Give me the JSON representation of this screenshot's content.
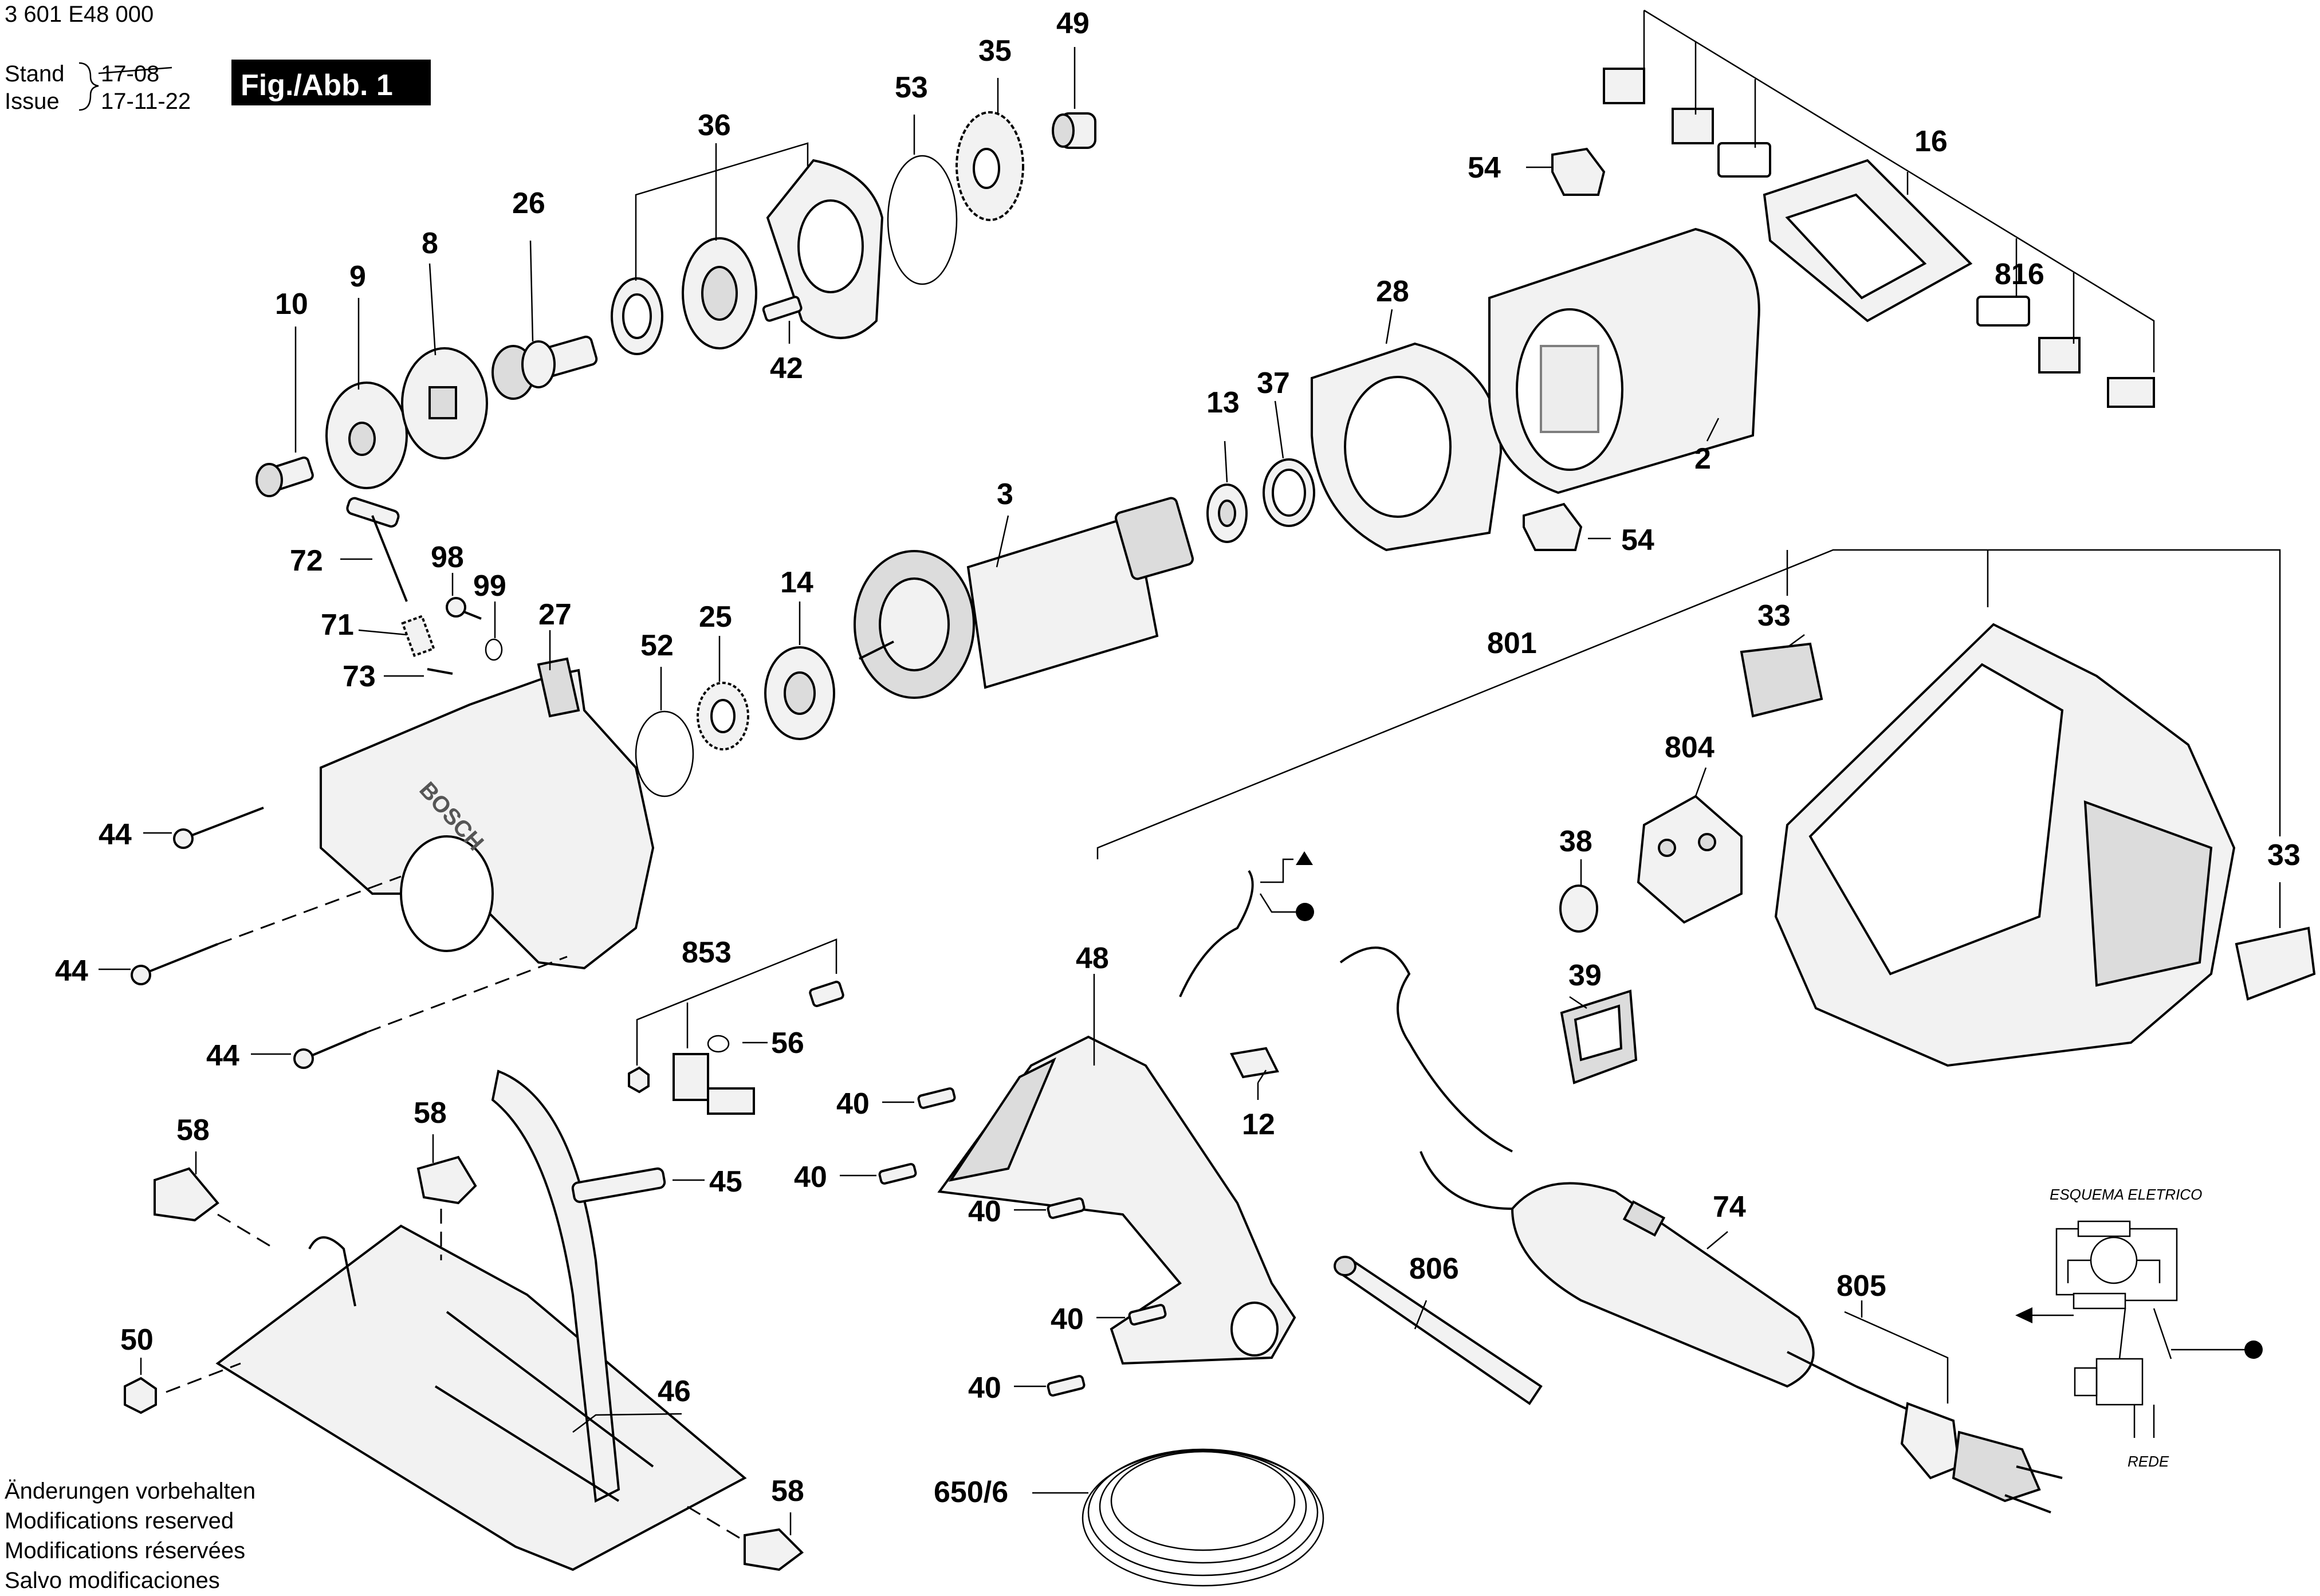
{
  "header": {
    "doc_number": "3 601 E48 000",
    "stand_label": "Stand",
    "issue_label": "Issue",
    "stand_date_old": "17-08",
    "issue_date": "17-11-22",
    "figure_label": "Fig./Abb. 1"
  },
  "callouts": {
    "p10": "10",
    "p9": "9",
    "p8": "8",
    "p26": "26",
    "p36": "36",
    "p42": "42",
    "p53": "53",
    "p35": "35",
    "p49": "49",
    "p54a": "54",
    "p54b": "54",
    "p16": "16",
    "p816": "816",
    "p28": "28",
    "p2": "2",
    "p13": "13",
    "p37": "37",
    "p3": "3",
    "p14": "14",
    "p25": "25",
    "p52": "52",
    "p27": "27",
    "p72": "72",
    "p98": "98",
    "p99": "99",
    "p71": "71",
    "p73": "73",
    "p44a": "44",
    "p44b": "44",
    "p44c": "44",
    "p801": "801",
    "p33a": "33",
    "p33b": "33",
    "p804": "804",
    "p38": "38",
    "p39": "39",
    "p853": "853",
    "p56": "56",
    "p48": "48",
    "p12": "12",
    "p40a": "40",
    "p40b": "40",
    "p40c": "40",
    "p40d": "40",
    "p40e": "40",
    "p45": "45",
    "p58a": "58",
    "p58b": "58",
    "p58c": "58",
    "p50": "50",
    "p46": "46",
    "p806": "806",
    "p74": "74",
    "p805": "805",
    "p650": "650/6"
  },
  "schematic": {
    "title": "ESQUEMA ELETRICO",
    "mains_label": "REDE"
  },
  "notes": [
    "Änderungen vorbehalten",
    "Modifications reserved",
    "Modifications réservées",
    "Salvo modificaciones"
  ],
  "brand_mark": "BOSCH"
}
